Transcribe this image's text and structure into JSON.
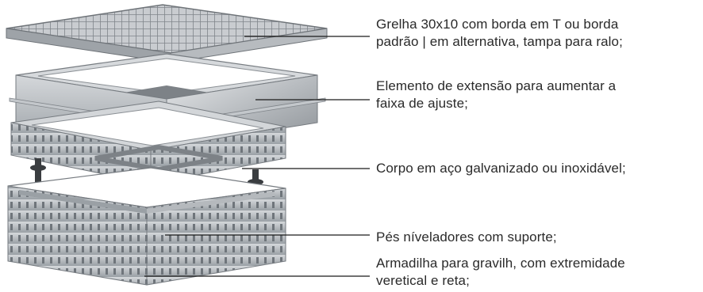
{
  "callouts": [
    {
      "lines": [
        "Grelha 30x10 com borda em T ou borda",
        "padrão | em alternativa, tampa para ralo;"
      ]
    },
    {
      "lines": [
        "Elemento de extensão para aumentar a",
        "faixa de ajuste;"
      ]
    },
    {
      "lines": [
        "Corpo em aço galvanizado ou inoxidável;"
      ]
    },
    {
      "lines": [
        "Pés níveladores com suporte;"
      ]
    },
    {
      "lines": [
        "Armadilha para gravilh, com extremidade",
        "veretical e reta;"
      ]
    }
  ],
  "colors": {
    "leader": "#1a1a1a",
    "text": "#2a2a2a",
    "steel": "#b9bcc0",
    "steel_dark": "#7d8287"
  }
}
